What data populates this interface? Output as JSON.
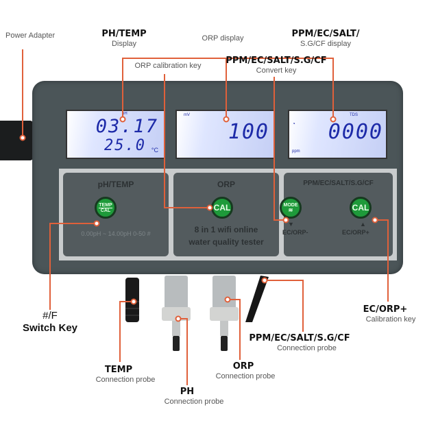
{
  "labels": {
    "power_adapter": "Power Adapter",
    "ph_temp_display_title": "PH/TEMP",
    "ph_temp_display_sub": "Display",
    "orp_display": "ORP display",
    "ppm_display_title": "PPM/EC/SALT/",
    "ppm_display_sub": "S.G/CF display",
    "orp_cal_key": "ORP calibration key",
    "convert_key_title": "PPM/EC/SALT/S.G/CF",
    "convert_key_sub": "Convert key",
    "switch_key_title": "#/F",
    "switch_key_sub": "Switch Key",
    "ec_orp_plus_title": "EC/ORP+",
    "ec_orp_plus_sub": "Calibration key",
    "temp_probe_title": "TEMP",
    "temp_probe_sub": "Connection probe",
    "ph_probe_title": "PH",
    "ph_probe_sub": "Connection probe",
    "orp_probe_title": "ORP",
    "orp_probe_sub": "Connection probe",
    "ppm_probe_title": "PPM/EC/SALT/S.G/CF",
    "ppm_probe_sub": "Connection probe"
  },
  "displays": {
    "ph": {
      "unit": "pH",
      "value": "03.17",
      "temp": "25.0",
      "temp_unit": "°C"
    },
    "orp": {
      "unit": "mV",
      "value": "100"
    },
    "tds": {
      "unit": "TDS",
      "value": "0000",
      "sub_unit": "ppm"
    }
  },
  "panels": {
    "ph": {
      "title": "pH/TEMP",
      "button_top": "TEMP",
      "button_bottom": "CAL",
      "range": "0.00pH ~ 14.00pH 0-50 #"
    },
    "orp": {
      "title": "ORP",
      "button": "CAL",
      "tagline_1": "8 in 1 wifi online",
      "tagline_2": "water quality tester"
    },
    "ppm": {
      "title": "PPM/EC/SALT/S.G/CF",
      "mode_button": "MODE",
      "cal_button": "CAL",
      "minus_label": "EC/ORP-",
      "plus_label": "EC/ORP+",
      "minus_arrow": "▼",
      "plus_arrow": "▲"
    }
  },
  "colors": {
    "leader": "#e0603a",
    "body": "#4b5558",
    "button": "#1e9a3a",
    "lcd_text": "#1d2aa8"
  }
}
